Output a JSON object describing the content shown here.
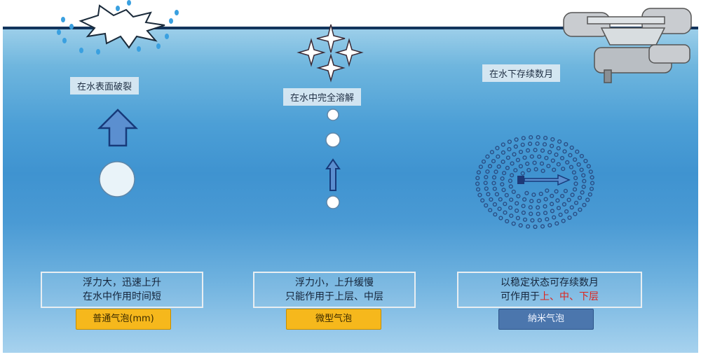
{
  "columns": [
    {
      "top_label": "在水表面破裂",
      "desc_lines": [
        "浮力大，迅速上升",
        "在水中作用时间短"
      ],
      "button": "普通气泡(mm)"
    },
    {
      "top_label": "在水中完全溶解",
      "desc_lines": [
        "浮力小，上升缓慢",
        "只能作用于上层、中层"
      ],
      "button": "微型气泡"
    },
    {
      "top_label": "在水下存续数月",
      "desc_line1": "以稳定状态可存续数月",
      "desc_line2_prefix": "可作用于",
      "desc_line2_highlight": "上、中、下层",
      "button": "納米气泡"
    }
  ],
  "colors": {
    "water_deep": "#3f93d0",
    "water_light": "#a7d2ee",
    "waterline": "#12345c",
    "arrow_fill": "#5b8fd0",
    "arrow_stroke": "#173a7a",
    "nano_dot": "#2a4f86",
    "button_yellow": "#f6b81c",
    "button_blue": "#4b76ad",
    "highlight_red": "#e0221a"
  }
}
